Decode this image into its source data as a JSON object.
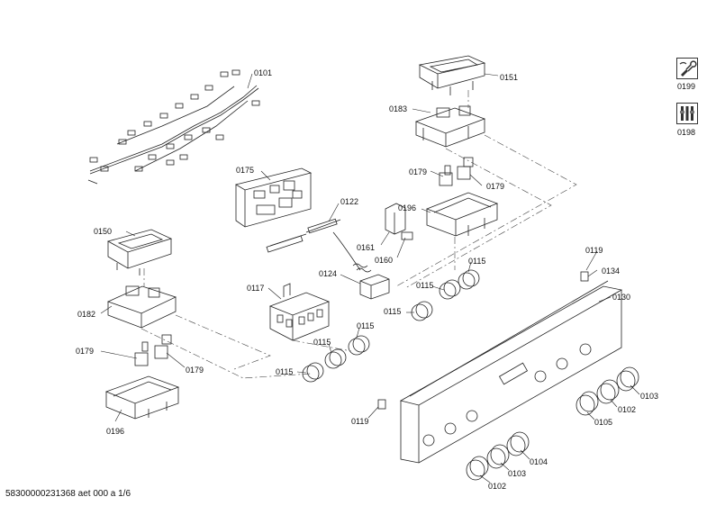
{
  "labels": {
    "l0101": "0101",
    "l0151": "0151",
    "l0183": "0183",
    "l0175": "0175",
    "l0122": "0122",
    "l0179a": "0179",
    "l0179b": "0179",
    "l0196a": "0196",
    "l0150": "0150",
    "l0161": "0161",
    "l0160": "0160",
    "l0124": "0124",
    "l0117": "0117",
    "l0182": "0182",
    "l0179c": "0179",
    "l0179d": "0179",
    "l0196b": "0196",
    "l0115a": "0115",
    "l0115b": "0115",
    "l0115c": "0115",
    "l0115d": "0115",
    "l0115e": "0115",
    "l0115f": "0115",
    "l0119a": "0119",
    "l0119b": "0119",
    "l0134": "0134",
    "l0130": "0130",
    "l0103a": "0103",
    "l0102a": "0102",
    "l0105": "0105",
    "l0104": "0104",
    "l0103b": "0103",
    "l0102b": "0102",
    "l0199": "0199",
    "l0198": "0198"
  },
  "footer": "58300000231368 aet 000 a 1/6",
  "icons": {
    "repair": "wrench-hand-icon",
    "tools": "tools-icon"
  }
}
